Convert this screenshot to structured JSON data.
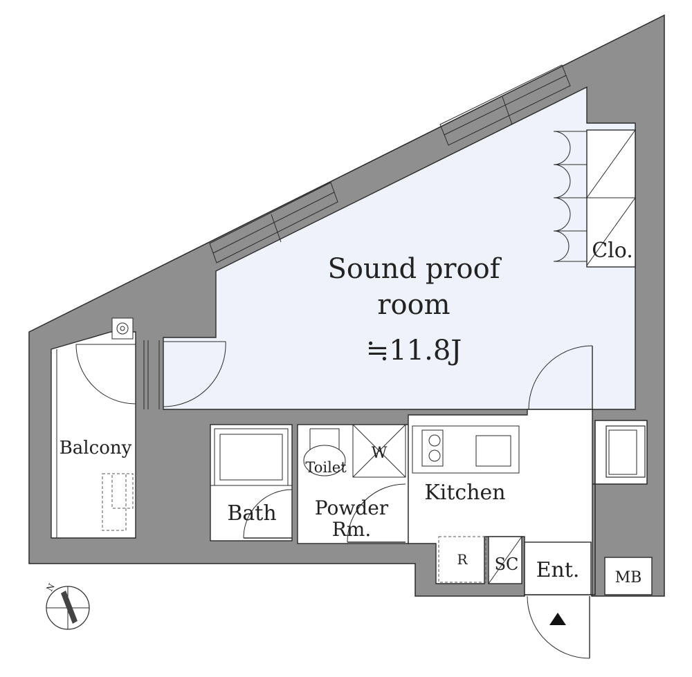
{
  "rooms": {
    "main": {
      "line1": "Sound proof",
      "line2": "room",
      "area": "≒11.8J"
    },
    "closet": "Clo.",
    "balcony": "Balcony",
    "bath": "Bath",
    "powder": {
      "line1": "Powder",
      "line2": "Rm."
    },
    "toilet": "Toilet",
    "washer": "W",
    "kitchen": "Kitchen",
    "fridge": "R",
    "shoe_closet": "SC",
    "entrance": "Ent.",
    "meter_box": "MB"
  },
  "compass": {
    "north": "N"
  },
  "colors": {
    "wall": "#8f8f8f",
    "room_fill": "#edf2fb",
    "ink": "#2a2a2a"
  },
  "icons": {
    "entrance_marker": "triangle-up-icon",
    "compass": "compass-icon"
  }
}
